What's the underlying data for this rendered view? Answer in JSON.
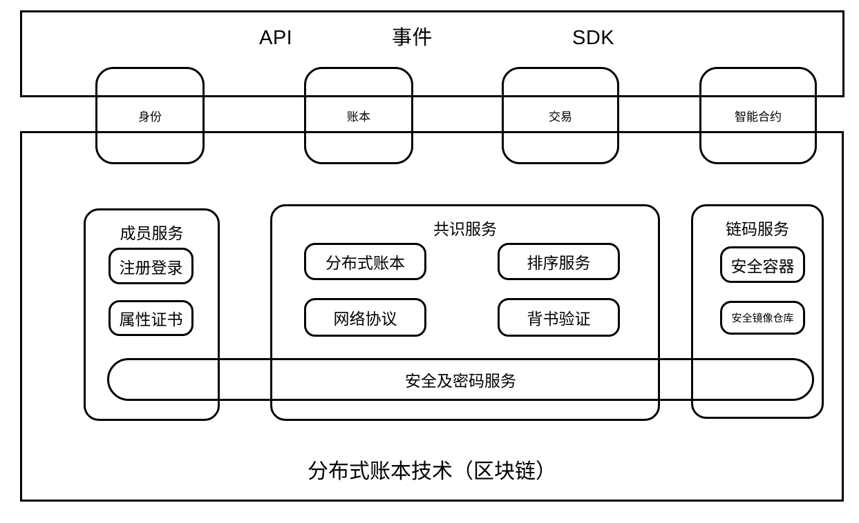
{
  "diagram": {
    "title": "分布式账本技术（区块链）",
    "interface_layer": {
      "labels": [
        {
          "id": "api",
          "text": "API"
        },
        {
          "id": "event",
          "text": "事件"
        },
        {
          "id": "sdk",
          "text": "SDK"
        }
      ]
    },
    "capability_pills": [
      {
        "id": "identity",
        "label": "身份"
      },
      {
        "id": "ledger",
        "label": "账本"
      },
      {
        "id": "transaction",
        "label": "交易"
      },
      {
        "id": "smart-contract",
        "label": "智能合约"
      }
    ],
    "service_groups": [
      {
        "id": "member-service",
        "title": "成员服务",
        "items": [
          {
            "id": "register-login",
            "label": "注册登录"
          },
          {
            "id": "attribute-certificate",
            "label": "属性证书"
          }
        ]
      },
      {
        "id": "consensus-service",
        "title": "共识服务",
        "items": [
          {
            "id": "distributed-ledger",
            "label": "分布式账本"
          },
          {
            "id": "network-protocol",
            "label": "网络协议"
          },
          {
            "id": "ordering-service",
            "label": "排序服务"
          },
          {
            "id": "endorsement-validation",
            "label": "背书验证"
          }
        ]
      },
      {
        "id": "chaincode-service",
        "title": "链码服务",
        "items": [
          {
            "id": "secure-container",
            "label": "安全容器"
          },
          {
            "id": "secure-image-registry",
            "label": "安全镜像仓库"
          }
        ]
      }
    ],
    "security_bar": {
      "id": "security-crypto-service",
      "label": "安全及密码服务"
    },
    "colors": {
      "stroke": "#000000",
      "background": "#ffffff",
      "text": "#000000"
    }
  }
}
